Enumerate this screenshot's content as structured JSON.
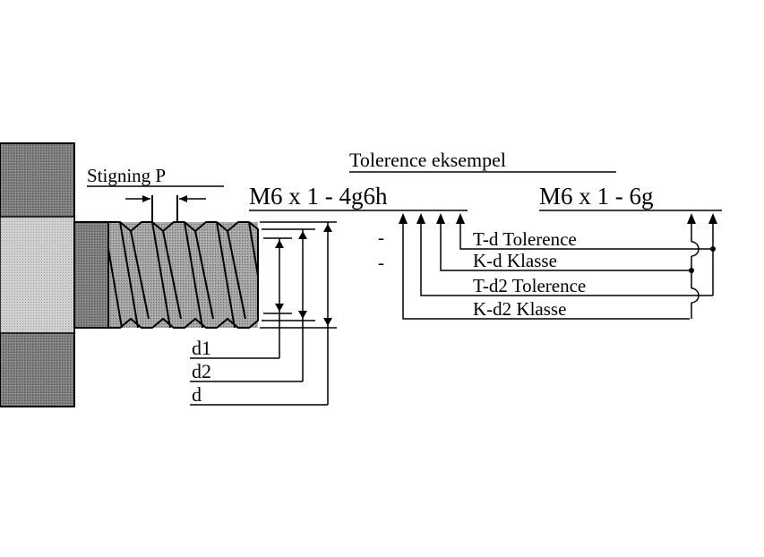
{
  "diagram": {
    "title": "Tolerence eksempel",
    "pitch_label": "Stigning P",
    "designation_1": "M6 x 1 - 4g6h",
    "designation_2": "M6 x 1 - 6g",
    "callouts": {
      "t_d": "T-d Tolerence",
      "k_d": "K-d Klasse",
      "t_d2": "T-d2 Tolerence",
      "k_d2": "K-d2 Klasse"
    },
    "dimensions": {
      "d1": "d1",
      "d2": "d2",
      "d": "d"
    },
    "dash_1": "-",
    "dash_2": "-"
  },
  "colors": {
    "block": "#8a8a8a",
    "bore": "#c8c8c8",
    "thread": "#9a9a9a",
    "ink": "#000000",
    "background": "#ffffff"
  }
}
